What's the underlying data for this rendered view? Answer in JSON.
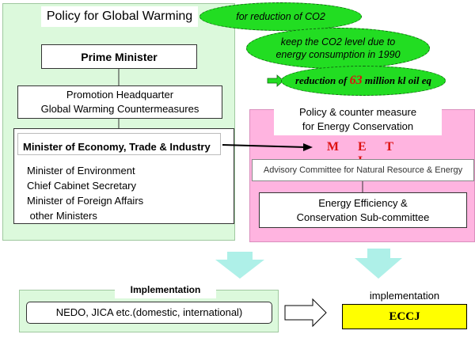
{
  "policy_panel": {
    "title": "Policy for Global Warming",
    "prime_minister": "Prime Minister",
    "headquarter_line1": "Promotion Headquarter",
    "headquarter_line2": "Global Warming Countermeasures",
    "meti_minister": "Minister of Economy, Trade & Industry",
    "ministers": [
      "Minister of Environment",
      "Chief Cabinet Secretary",
      "Minister of Foreign Affairs",
      " other Ministers"
    ]
  },
  "ellipses": {
    "co2": "for reduction of CO2",
    "level_line1": "keep the CO2 level due to",
    "level_line2": "energy consumption in 1990",
    "reduction_prefix": "reduction of ",
    "reduction_value": "63",
    "reduction_suffix": " million kl oil eq"
  },
  "energy_panel": {
    "title_line1": "Policy & counter measure",
    "title_line2": "for Energy Conservation",
    "meti": "M E T I",
    "advisory": "Advisory Committee for Natural Resource & Energy",
    "subcommittee_line1": "Energy Efficiency &",
    "subcommittee_line2": "Conservation Sub-committee"
  },
  "implementation": {
    "label": "Implementation",
    "nedo": "NEDO, JICA etc.(domestic, international)",
    "label_right": "implementation",
    "eccj": "ECCJ"
  },
  "colors": {
    "left_panel": "#dcf9dc",
    "right_panel": "#ffb4e0",
    "ellipse": "#22dd22",
    "meti_text": "#dd1111",
    "eccj_box": "#ffff00",
    "down_arrow": "#aef0e8"
  }
}
